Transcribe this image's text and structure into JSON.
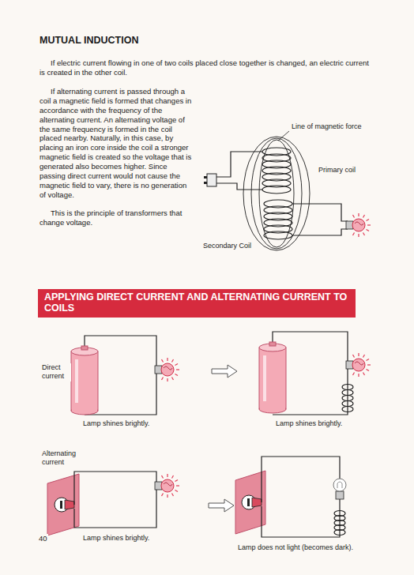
{
  "diagram": {
    "title": "MUTUAL INDUCTION",
    "nodes": [
      {
        "text": [
          "APPLYING DIRECT CURRENT AND ALTERNATING CURRENT TO COILS"
        ]
      }
    ],
    "labels": [
      "If electric current flowing in one of two coils placed close together is changed, an electric current is created in the other coil.",
      "If alternating current is passed through a coil a magnetic field is formed that changes in accordance with the frequency of the alternating current. An alternating voltage of the same frequency is formed in the coil placed nearby. Naturally, in this case, by placing an iron core inside the coil a stronger magnetic field is created so the voltage that is generated also becomes higher. Since passing direct current would not cause the magnetic field to vary, there is no generation of voltage.",
      "This is the principle of transformers that change voltage.",
      "Line of magnetic force",
      "Primary coil",
      "Secondary Coil",
      "Direct current",
      "Lamp shines brightly.",
      "Lamp shines brightly.",
      "Alternating current",
      "40",
      "Lamp shines brightly.",
      "Lamp does not light (becomes dark)."
    ]
  }
}
